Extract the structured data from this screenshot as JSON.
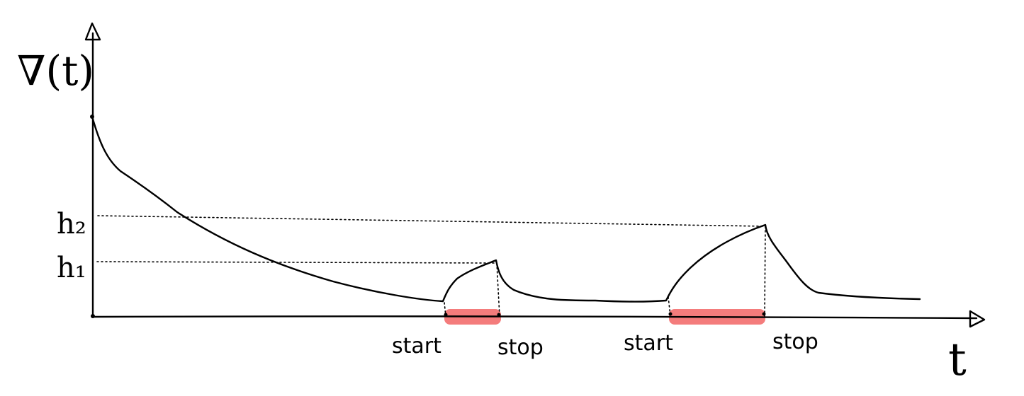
{
  "diagram": {
    "y_axis_label": "∇(t)",
    "x_axis_label": "t",
    "levels": [
      {
        "label": "h₂"
      },
      {
        "label": "h₁"
      }
    ],
    "events": [
      {
        "start_label": "start",
        "stop_label": "stop"
      },
      {
        "start_label": "start",
        "stop_label": "stop"
      }
    ],
    "colors": {
      "ink": "#000000",
      "interval_highlight": "#f47c7c"
    }
  }
}
